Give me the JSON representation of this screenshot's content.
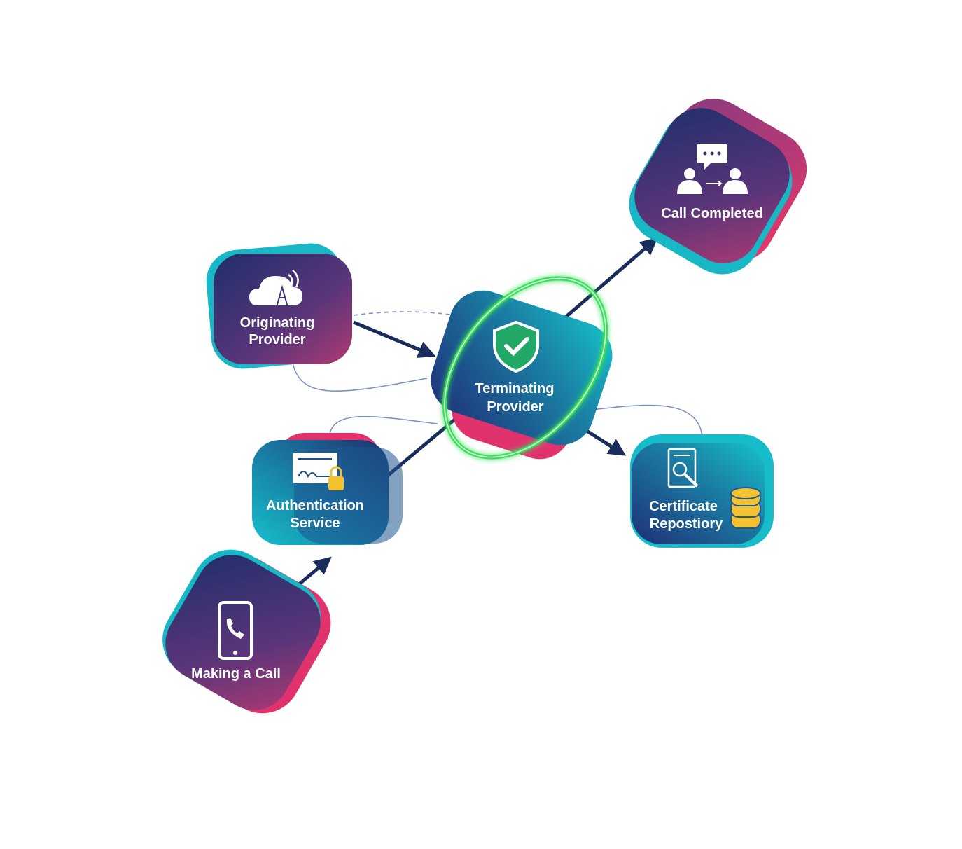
{
  "diagram": {
    "nodes": {
      "call_completed": {
        "label": "Call Completed",
        "icon": "people-chat-icon"
      },
      "originating": {
        "line1": "Originating",
        "line2": "Provider",
        "icon": "cloud-tower-icon"
      },
      "terminating": {
        "line1": "Terminating",
        "line2": "Provider",
        "icon": "shield-check-icon"
      },
      "authentication": {
        "line1": "Authentication",
        "line2": "Service",
        "icon": "certificate-lock-icon"
      },
      "certificate": {
        "line1": "Certificate",
        "line2": "Repostiory",
        "icon": "document-search-database-icon"
      },
      "making_call": {
        "label": "Making a Call",
        "icon": "phone-icon"
      }
    },
    "colors": {
      "navy": "#1f2f6b",
      "teal": "#14b8c8",
      "magenta": "#e0336e",
      "purple": "#6a3a7e",
      "glow": "#39e05a",
      "arrow": "#1a2c5c",
      "gold": "#f2c230"
    }
  }
}
